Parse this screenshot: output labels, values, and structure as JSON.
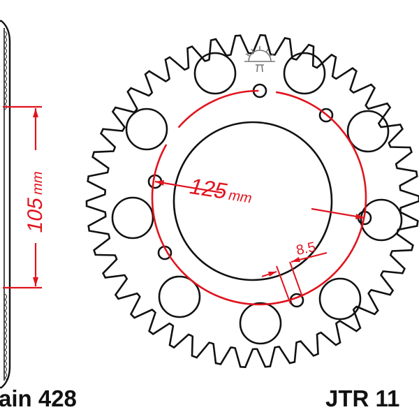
{
  "dimensions": {
    "hub_height": {
      "value": "105",
      "unit": "mm"
    },
    "bolt_circle": {
      "value": "125",
      "unit": "mm"
    },
    "bolt_hole": {
      "value": "8.5"
    }
  },
  "labels": {
    "chain": "ain 428",
    "part_number": "JTR 11"
  },
  "logo": {
    "icon": "sun-logo-icon"
  },
  "colors": {
    "outline": "#111111",
    "dimension": "#e0141e",
    "logo": "#777777"
  }
}
